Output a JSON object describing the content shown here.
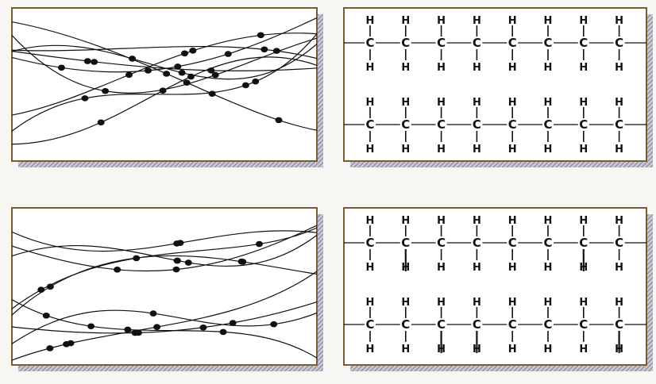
{
  "panels": [
    {
      "id": "polymer-amorphous-1",
      "kind": "chains"
    },
    {
      "id": "polyethylene-chains-1",
      "kind": "structure",
      "broken": false
    },
    {
      "id": "polymer-amorphous-2",
      "kind": "chains"
    },
    {
      "id": "polyethylene-chains-2",
      "kind": "structure",
      "broken": true
    }
  ],
  "atoms": {
    "carbon": "C",
    "hydrogen": "H"
  },
  "colors": {
    "frame": "#7a5c34",
    "shadow": "#9a98a8",
    "paper": "#ffffff",
    "ink": "#111111"
  }
}
